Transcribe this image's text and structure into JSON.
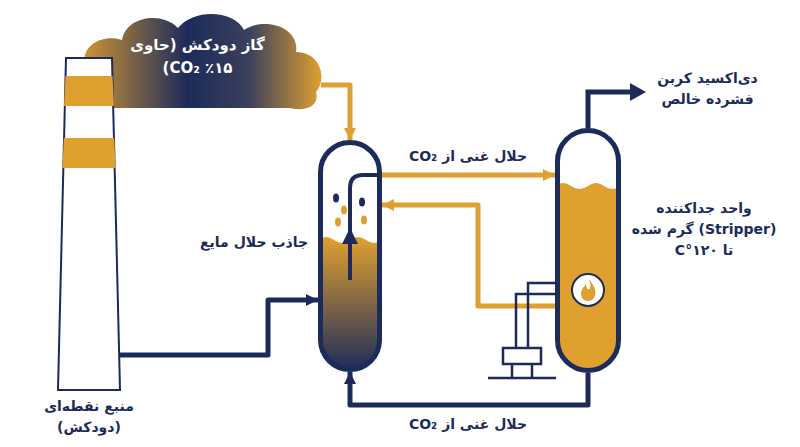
{
  "diagram": {
    "nodes": [
      {
        "text": [
          "گاز دودکش (حاوی ۱۵٪ CO₂)"
        ]
      },
      {
        "text": [
          "منبع نقطه‌ای (دودکش)"
        ]
      },
      {
        "text": [
          "جاذب حلال مایع"
        ]
      },
      {
        "text": [
          "واحد جداکننده (Stripper) گرم شده تا ۱۲۰°C"
        ]
      }
    ],
    "edges": [
      {
        "from": 0,
        "to": 2,
        "arrow": "to"
      },
      {
        "from": 1,
        "to": 2,
        "arrow": "to"
      },
      {
        "from": 2,
        "to": 3,
        "arrow": "to",
        "label": "حلال غنی از CO₂"
      },
      {
        "from": 3,
        "to": 2,
        "arrow": "to"
      },
      {
        "from": 3,
        "to": 2,
        "arrow": "to",
        "label": "حلال غنی از CO₂"
      }
    ],
    "labels": [
      "دی‌اکسید کربن فشرده خالص"
    ]
  }
}
